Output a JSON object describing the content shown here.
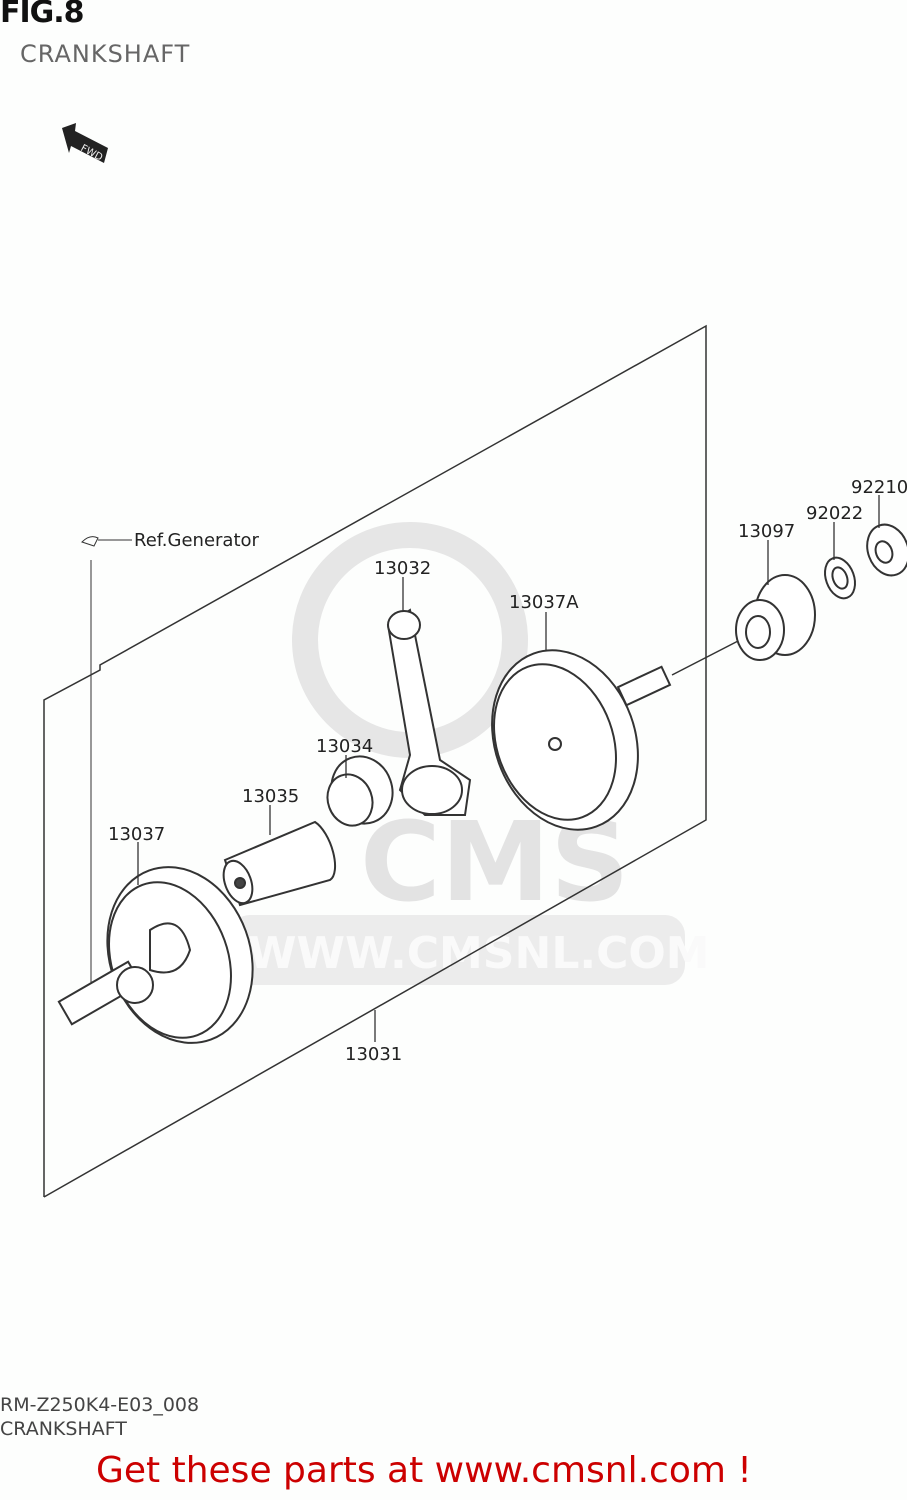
{
  "header": {
    "fig": "FIG.8",
    "title": "CRANKSHAFT"
  },
  "fwd_label": "FWD",
  "ref_label": "Ref.Generator",
  "parts": {
    "p13031": "13031",
    "p13032": "13032",
    "p13034": "13034",
    "p13035": "13035",
    "p13037": "13037",
    "p13037A": "13037A",
    "p13097": "13097",
    "p92022": "92022",
    "p92210": "92210"
  },
  "watermark": {
    "logo": "CMS",
    "url": "WWW.CMSNL.COM"
  },
  "footer": {
    "code": "RM-Z250K4-E03_008",
    "title": "CRANKSHAFT",
    "promo": "Get these parts at www.cmsnl.com !"
  },
  "colors": {
    "promo": "#cc0000",
    "watermark": "#d8d8d8"
  }
}
